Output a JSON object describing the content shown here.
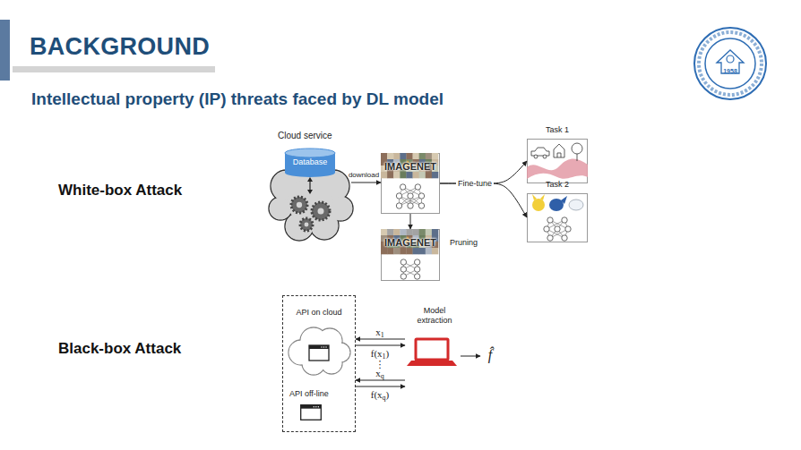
{
  "diagram": {
    "title": "BACKGROUND",
    "nodes": [
      {
        "text": [
          "Cloud service"
        ]
      },
      {
        "text": [
          "Database"
        ],
        "in": 0
      },
      {
        "text": [
          "IMAGENET"
        ]
      },
      {
        "text": [
          "Task 1"
        ]
      },
      {
        "text": [
          "Task 2"
        ]
      },
      {
        "text": [
          "IMAGENET",
          "Pruning"
        ]
      },
      {
        "text": []
      },
      {
        "text": [
          "API on cloud"
        ],
        "in": 6
      },
      {
        "text": [
          "API off-line"
        ],
        "in": 6
      },
      {
        "text": [
          "Model extraction"
        ]
      }
    ],
    "edges": [
      {
        "from": 0,
        "to": 2,
        "label": "download",
        "arrow": "to"
      },
      {
        "from": 2,
        "to": 3,
        "label": "Fine-tune",
        "arrow": "to"
      },
      {
        "from": 2,
        "to": 4,
        "arrow": "to"
      },
      {
        "from": 2,
        "to": 5,
        "arrow": "to"
      },
      {
        "from": 9,
        "to": 6,
        "label": "x1",
        "arrow": "to"
      },
      {
        "from": 6,
        "to": 9,
        "label": "f(x1)",
        "arrow": "to"
      },
      {
        "from": 9,
        "to": 6,
        "label": "xq",
        "arrow": "to"
      },
      {
        "from": 6,
        "to": 9,
        "label": "f(xq)",
        "arrow": "to"
      }
    ],
    "labels": [
      "1958",
      "Intellectual property (IP) threats faced by DL model",
      "White-box Attack",
      "Black-box Attack",
      "⋮",
      "f̂"
    ]
  }
}
